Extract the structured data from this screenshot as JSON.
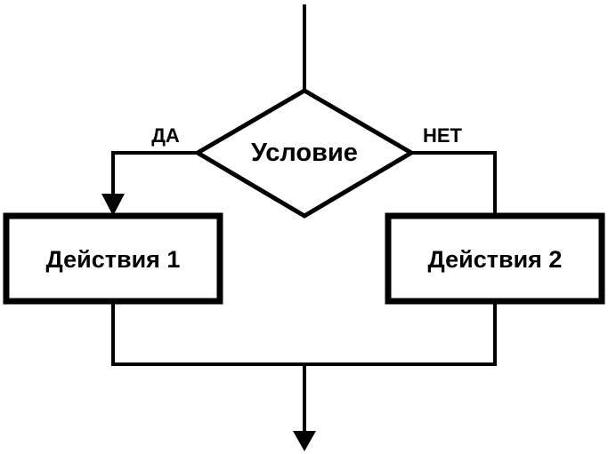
{
  "condition": {
    "label": "Условие"
  },
  "branches": {
    "yes": {
      "label": "ДА"
    },
    "no": {
      "label": "НЕТ"
    }
  },
  "actions": [
    {
      "label": "Действия 1"
    },
    {
      "label": "Действия 2"
    }
  ]
}
